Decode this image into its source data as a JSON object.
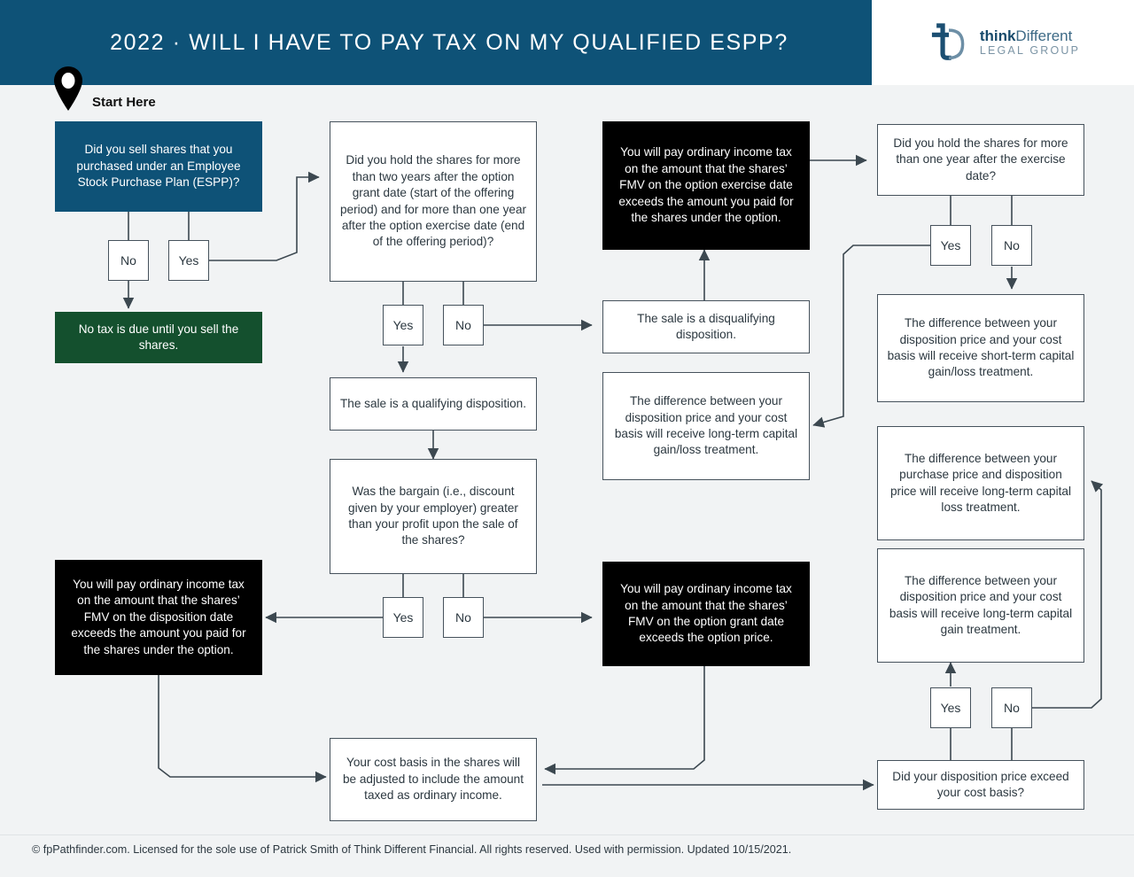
{
  "header": {
    "title": "2022 · WILL I HAVE TO PAY TAX ON MY QUALIFIED ESPP?",
    "brand_line1_bold": "think",
    "brand_line1_light": "Different",
    "brand_line2": "LEGAL GROUP",
    "bar_color": "#0e5277"
  },
  "start": {
    "label": "Start Here",
    "icon": "map-pin-icon"
  },
  "colors": {
    "blue": "#0e5277",
    "green": "#14502e",
    "black": "#000000",
    "box_border": "#46525c",
    "canvas": "#f1f3f4"
  },
  "nodes": {
    "q_sold_espp": "Did you sell shares that you purchased under an Employee Stock Purchase Plan (ESPP)?",
    "no_tax_due": "No tax is due until you sell the shares.",
    "q_hold_two_years": "Did you hold the shares for more than two years after the option grant date (start of the offering period) and for more than one year after the option exercise date (end of the offering period)?",
    "pay_ord_income_exercise": "You will pay ordinary income tax on the amount that the shares’ FMV on the option exercise date exceeds the amount you paid for the shares under the option.",
    "q_hold_one_year": "Did you hold the shares for more than one year after the exercise date?",
    "disqualifying": "The sale is a disqualifying disposition.",
    "short_term_gain_loss": "The difference between your disposition price and your cost basis will receive short-term capital gain/loss treatment.",
    "long_term_gain_loss": "The difference between your disposition price and your cost basis will receive long-term capital gain/loss treatment.",
    "qualifying": "The sale is a qualifying disposition.",
    "long_term_loss": "The difference between your purchase price and disposition price will receive long-term capital loss treatment.",
    "long_term_gain": "The difference between your disposition price and your cost basis will receive long-term capital gain treatment.",
    "q_bargain": "Was the bargain (i.e., discount given by your employer) greater than your profit upon the sale of the shares?",
    "pay_ord_income_disposition": "You will pay ordinary income tax on the amount that the shares’ FMV on the disposition date exceeds the amount you paid for the shares under the option.",
    "pay_ord_income_grant": "You will pay ordinary income tax on the amount that the shares’ FMV on the option grant date exceeds the option price.",
    "cost_basis_adjusted": "Your cost basis in the shares will be adjusted to include the amount taxed as ordinary income.",
    "q_disposition_exceed": "Did your disposition price exceed your cost basis?"
  },
  "branches": {
    "espp_no": "No",
    "espp_yes": "Yes",
    "hold_two_yes": "Yes",
    "hold_two_no": "No",
    "hold_one_yes": "Yes",
    "hold_one_no": "No",
    "bargain_yes": "Yes",
    "bargain_no": "No",
    "disposition_yes": "Yes",
    "disposition_no": "No"
  },
  "footer": {
    "text": "© fpPathfinder.com. Licensed for the sole use of Patrick Smith of Think Different Financial. All rights reserved. Used with permission. Updated 10/15/2021."
  }
}
